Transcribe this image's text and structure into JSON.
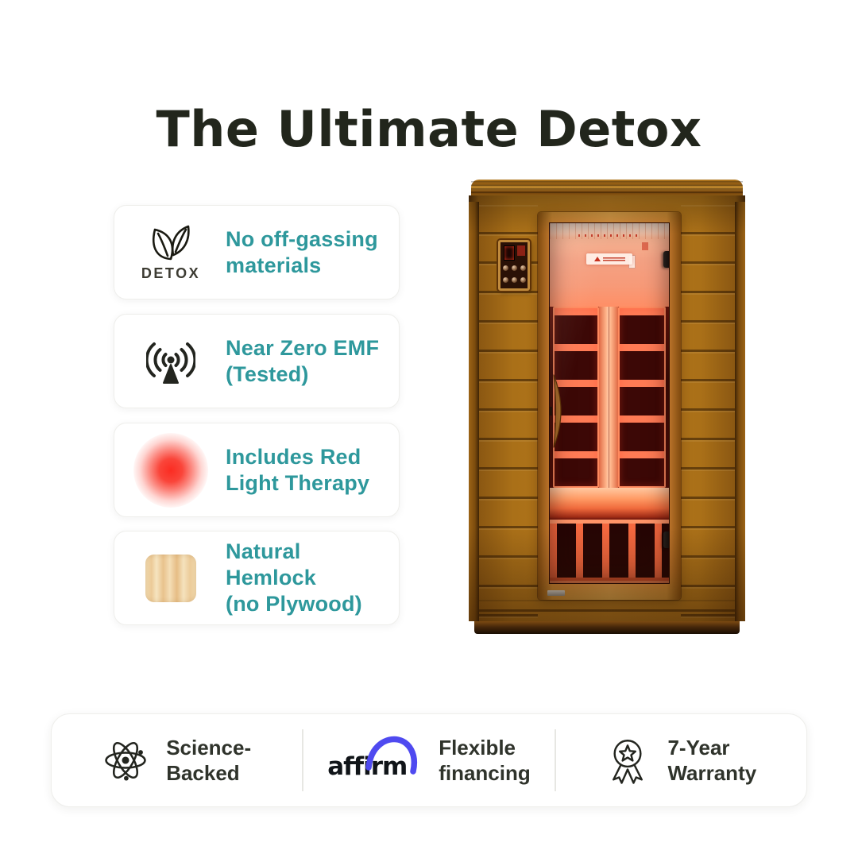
{
  "page": {
    "title": "The Ultimate Detox"
  },
  "colors": {
    "teal_accent": "#2E989C",
    "dark_text": "#22261C",
    "trust_text": "#2F332B",
    "affirm_blue": "#4F4AF0",
    "red_glow": "#FB2C22"
  },
  "features": [
    {
      "icon": "detox-leaves-icon",
      "badge": "DETOX",
      "label": "No off-gassing\nmaterials"
    },
    {
      "icon": "emf-antenna-icon",
      "label": "Near Zero EMF\n(Tested)"
    },
    {
      "icon": "red-light-glow-icon",
      "label": "Includes Red\nLight Therapy"
    },
    {
      "icon": "hemlock-wood-icon",
      "label": "Natural Hemlock\n(no Plywood)"
    }
  ],
  "trust_bar": [
    {
      "icon": "atom-icon",
      "label": "Science-\nBacked"
    },
    {
      "icon": "affirm-logo",
      "logo_text": "affirm",
      "label": "Flexible\nfinancing"
    },
    {
      "icon": "award-ribbon-icon",
      "label": "7-Year\nWarranty"
    }
  ]
}
